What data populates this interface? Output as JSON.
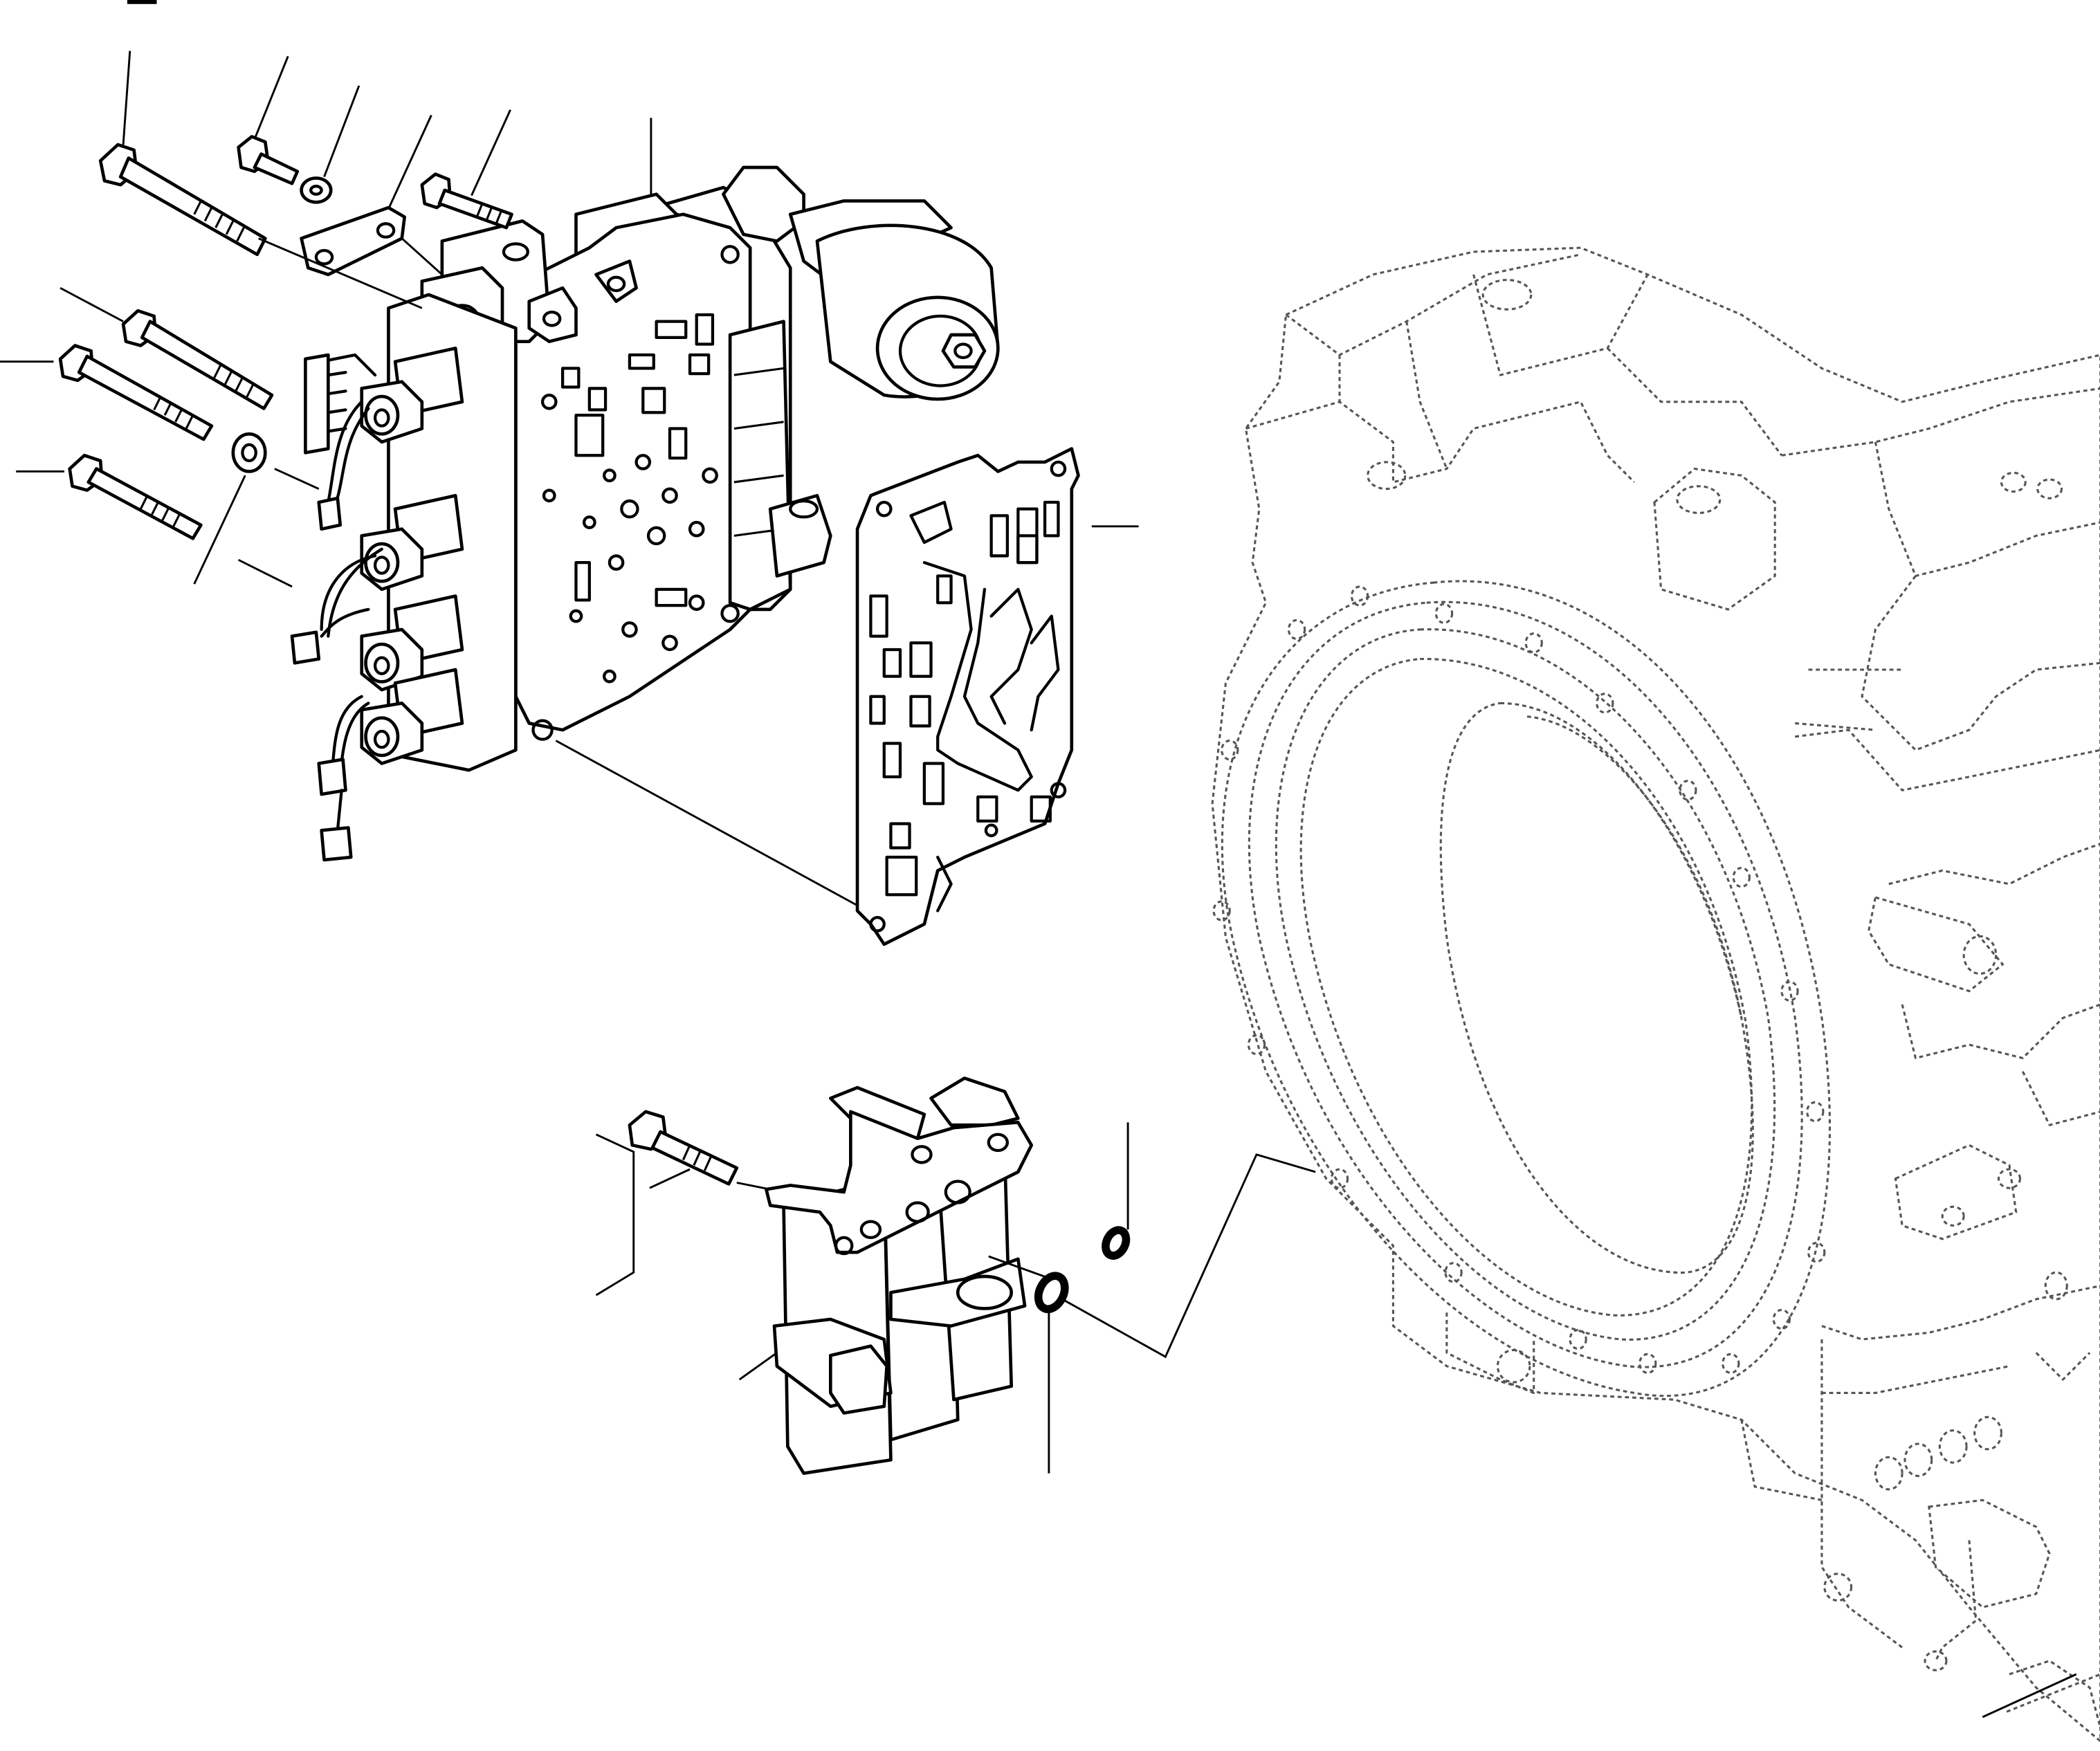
{
  "diagram": {
    "kind": "exploded parts view",
    "parts": [
      {
        "id": "long-bolt-top",
        "icon": "bolt-icon"
      },
      {
        "id": "short-bolt",
        "icon": "bolt-icon"
      },
      {
        "id": "washer-top",
        "icon": "washer-icon"
      },
      {
        "id": "clamp-plate",
        "icon": "plate-icon"
      },
      {
        "id": "bolt-mid",
        "icon": "bolt-icon"
      },
      {
        "id": "control-valve-body",
        "icon": "valve-body-icon"
      },
      {
        "id": "valve-gasket",
        "icon": "gasket-icon"
      },
      {
        "id": "side-bolts",
        "icon": "bolt-icon"
      },
      {
        "id": "washer-lower",
        "icon": "washer-icon"
      },
      {
        "id": "solenoid-harness",
        "icon": "wiring-harness-icon"
      },
      {
        "id": "valve-block-lower",
        "icon": "valve-block-icon"
      },
      {
        "id": "bolt-lower",
        "icon": "bolt-icon"
      },
      {
        "id": "o-ring-small",
        "icon": "o-ring-icon"
      },
      {
        "id": "o-ring-large",
        "icon": "o-ring-icon"
      },
      {
        "id": "transmission-housing",
        "icon": "housing-icon"
      }
    ],
    "colors": {
      "line": "#000000",
      "housing": "#555555",
      "background": "#ffffff"
    }
  }
}
